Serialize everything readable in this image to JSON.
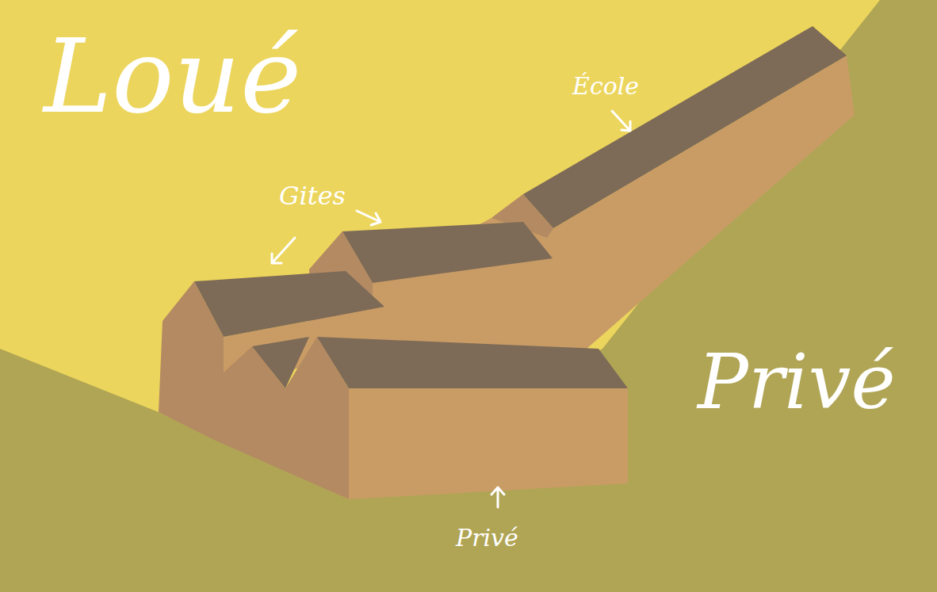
{
  "diagram": {
    "labels": [
      "Loué",
      "École",
      "Gites",
      "Privé",
      "Privé"
    ]
  }
}
